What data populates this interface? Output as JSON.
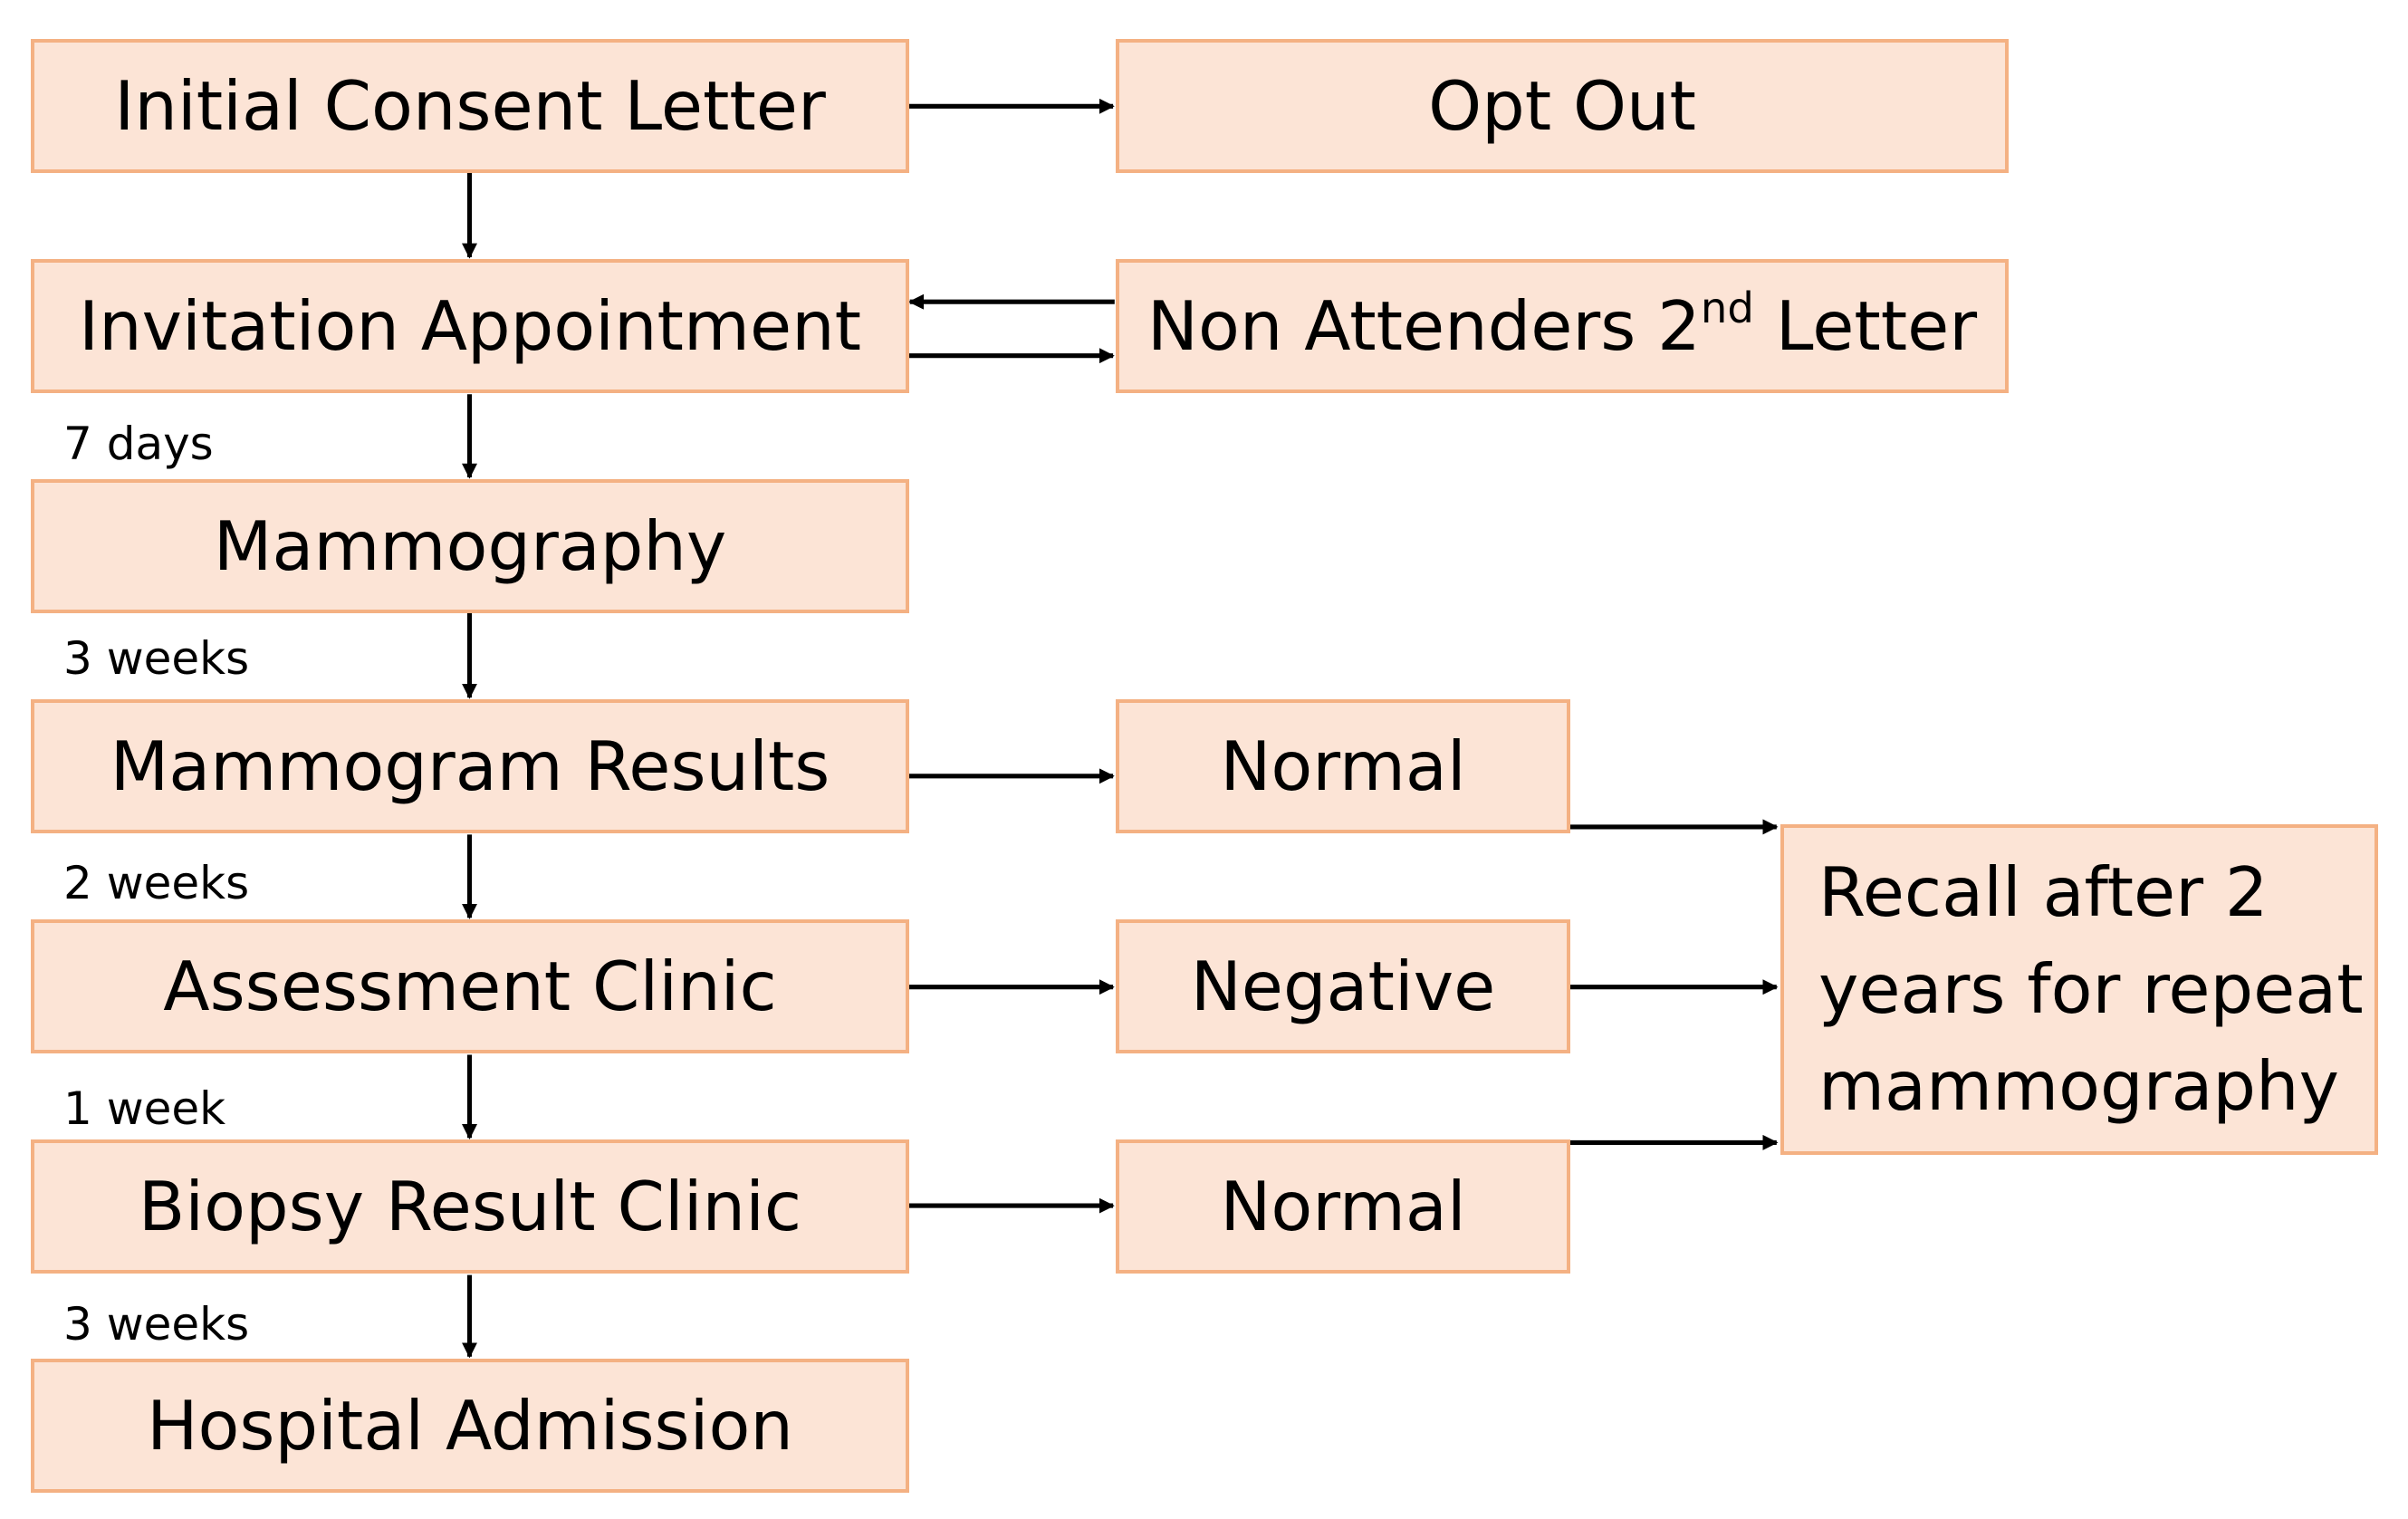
{
  "nodes": {
    "initial_consent": "Initial Consent Letter",
    "opt_out": "Opt Out",
    "invitation": "Invitation Appointment",
    "non_attenders": {
      "prefix": "Non Attenders 2",
      "sup": "nd",
      "suffix": " Letter"
    },
    "mammography": "Mammography",
    "mammogram_results": "Mammogram Results",
    "normal_1": "Normal",
    "assessment_clinic": "Assessment Clinic",
    "negative": "Negative",
    "biopsy_clinic": "Biopsy Result Clinic",
    "normal_2": "Normal",
    "hospital_admission": "Hospital Admission",
    "recall": [
      "Recall after 2",
      "years for repeat",
      "mammography"
    ]
  },
  "intervals": {
    "to_mammography": "7 days",
    "to_results": "3 weeks",
    "to_assessment": "2 weeks",
    "to_biopsy": "1 week",
    "to_admission": "3 weeks"
  }
}
